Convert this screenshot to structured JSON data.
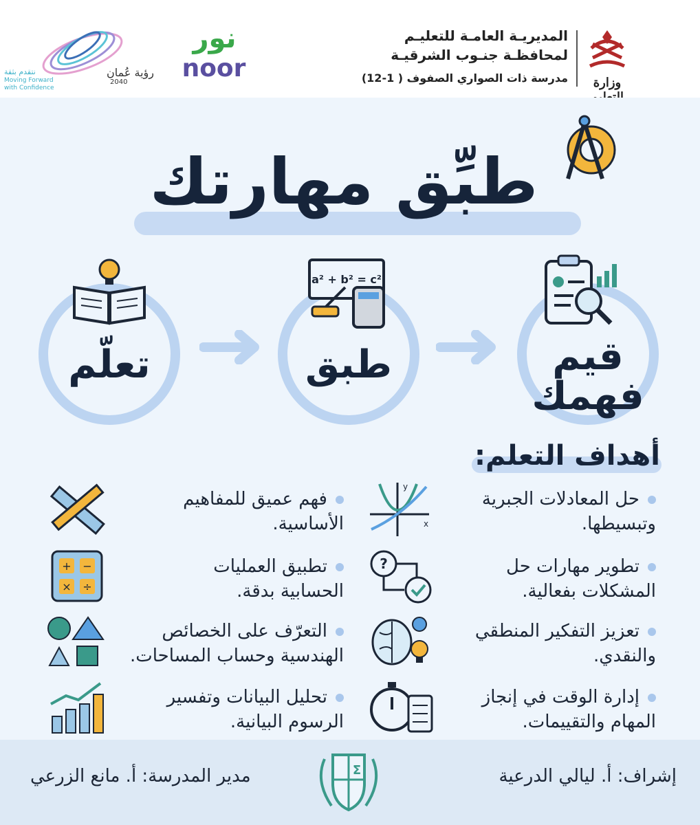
{
  "header": {
    "directorate_line1": "المديريـة العامـة للتعليـم",
    "directorate_line2": "لمحافظـة جنـوب الشرقيـة",
    "school_name": "مدرسة ذات الصواري الصفوف ( 1-12)",
    "ministry_caption": "وزارة التعليم",
    "noor_arabic": "نور",
    "noor_latin": "noor",
    "vision_arabic": "رؤية عُمان",
    "vision_year": "2040",
    "vision_tagline_ar": "نتقدم بثقة",
    "vision_tagline_en_1": "Moving Forward",
    "vision_tagline_en_2": "with Confidence"
  },
  "title": "طبِّق مهارتك",
  "steps": [
    {
      "label_line1": "قيم",
      "label_line2": "فهمك"
    },
    {
      "label_line1": "طبق",
      "label_line2": ""
    },
    {
      "label_line1": "تعلّم",
      "label_line2": ""
    }
  ],
  "formula": "a² + b² = c²",
  "goals_title": "أهداف التعلم:",
  "goals_right": [
    {
      "line1": "حل المعادلات الجبرية",
      "line2": "وتبسيطها.",
      "icon": "graph-icon"
    },
    {
      "line1": "تطوير مهارات حل",
      "line2": "المشكلات بفعالية.",
      "icon": "problem-solving-icon"
    },
    {
      "line1": "تعزيز التفكير المنطقي",
      "line2": "والنقدي.",
      "icon": "brain-icon"
    },
    {
      "line1": "إدارة الوقت في إنجاز",
      "line2": "المهام والتقييمات.",
      "icon": "stopwatch-icon"
    }
  ],
  "goals_left": [
    {
      "line1": "فهم عميق للمفاهيم",
      "line2": "الأساسية.",
      "icon": "ruler-pencil-icon"
    },
    {
      "line1": "تطبيق العمليات",
      "line2": "الحسابية بدقة.",
      "icon": "calculator-icon"
    },
    {
      "line1": "التعرّف على الخصائص",
      "line2": "الهندسية وحساب المساحات.",
      "icon": "shapes-icon"
    },
    {
      "line1": "تحليل البيانات وتفسير",
      "line2": "الرسوم البيانية.",
      "icon": "bar-chart-icon"
    }
  ],
  "footer": {
    "supervisor": "إشراف: أ. ليالي الدرعية",
    "principal": "مدير المدرسة:  أ. مانع الزرعي"
  },
  "colors": {
    "accent": "#bcd4f1",
    "dark": "#16243a",
    "teal": "#3a9a8a",
    "background": "#eef5fc"
  }
}
